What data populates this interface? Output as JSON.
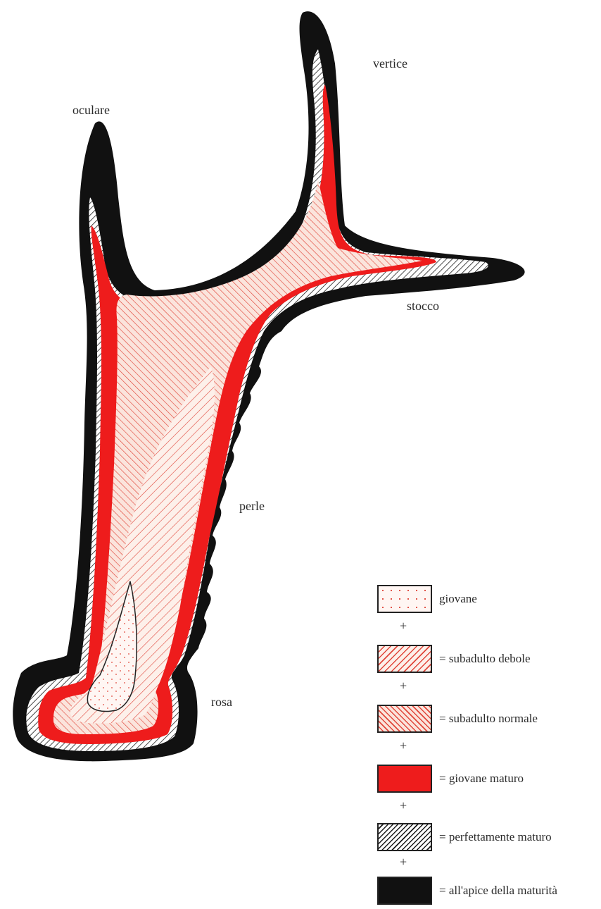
{
  "labels": {
    "ocular": "oculare",
    "top": "vertice",
    "tine": "stocco",
    "pearls": "perle",
    "burr": "rosa"
  },
  "legend": [
    {
      "key": "stippled",
      "text": "giovane"
    },
    {
      "key": "hatch-light",
      "text": "= subadulto debole"
    },
    {
      "key": "hatch-dense",
      "text": "= subadulto normale"
    },
    {
      "key": "red",
      "text": "= giovane maturo"
    },
    {
      "key": "hatch-black",
      "text": "= perfettamente maturo"
    },
    {
      "key": "black",
      "text": "= all'apice della maturità"
    }
  ],
  "legend_separator": "+",
  "colors": {
    "red": "#ee1c1c",
    "black": "#111111",
    "hatch_red": "#e23a2a",
    "fill_pale": "#fbe9e2"
  }
}
